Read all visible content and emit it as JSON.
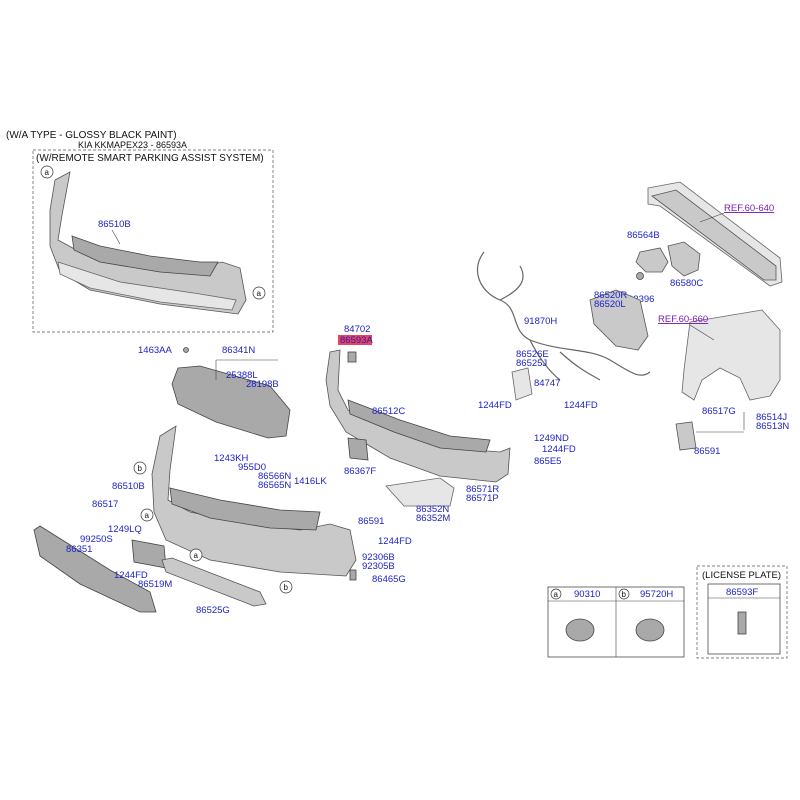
{
  "header": {
    "line1": "(W/A TYPE - GLOSSY BLACK PAINT)",
    "line2": "KIA KKMAPEX23 - 86593A",
    "inset_title": "(W/REMOTE SMART PARKING ASSIST SYSTEM)"
  },
  "refs": {
    "r1": "REF.60-640",
    "r2": "REF.60-660"
  },
  "markers": {
    "a": "a",
    "b": "b"
  },
  "labels": {
    "p86510B_top": "86510B",
    "p86564B": "86564B",
    "p86580C": "86580C",
    "p13396": "13396",
    "p86520R": "86520R",
    "p86520L": "86520L",
    "p91870H": "91870H",
    "p84702": "84702",
    "p86593A": "86593A",
    "p1463AA": "1463AA",
    "p86341N": "86341N",
    "p25388L": "25388L",
    "p28198B": "28198B",
    "p86526E": "86526E",
    "p86525J": "86525J",
    "p84747": "84747",
    "p1244FD_a": "1244FD",
    "p1244FD_b": "1244FD",
    "p86512C": "86512C",
    "p86517G": "86517G",
    "p86514J": "86514J",
    "p86513N": "86513N",
    "p1249ND": "1249ND",
    "p1244FD_c": "1244FD",
    "p86591_r": "86591",
    "p865E5": "865E5",
    "p1243KH": "1243KH",
    "p955D0": "955D0",
    "p86566N": "86566N",
    "p86565N": "86565N",
    "p1416LK": "1416LK",
    "p86367F": "86367F",
    "p86510B_mid": "86510B",
    "p86517": "86517",
    "p86571R": "86571R",
    "p86571P": "86571P",
    "p86352N": "86352N",
    "p86352M": "86352M",
    "p99250S": "99250S",
    "p1249LQ": "1249LQ",
    "p86351": "86351",
    "p1244FD_d": "1244FD",
    "p86519M": "86519M",
    "p86591_m": "86591",
    "p1244FD_e": "1244FD",
    "p92306B": "92306B",
    "p92305B": "92305B",
    "p86465G": "86465G",
    "p86525G": "86525G"
  },
  "legend": {
    "a_part": "90310",
    "b_part": "95720H",
    "license_title": "(LICENSE PLATE)",
    "license_part": "86593F"
  },
  "colors": {
    "part_number": "#1d22c8",
    "highlight": "#e8435a",
    "reference_link": "#7a1fb3"
  }
}
